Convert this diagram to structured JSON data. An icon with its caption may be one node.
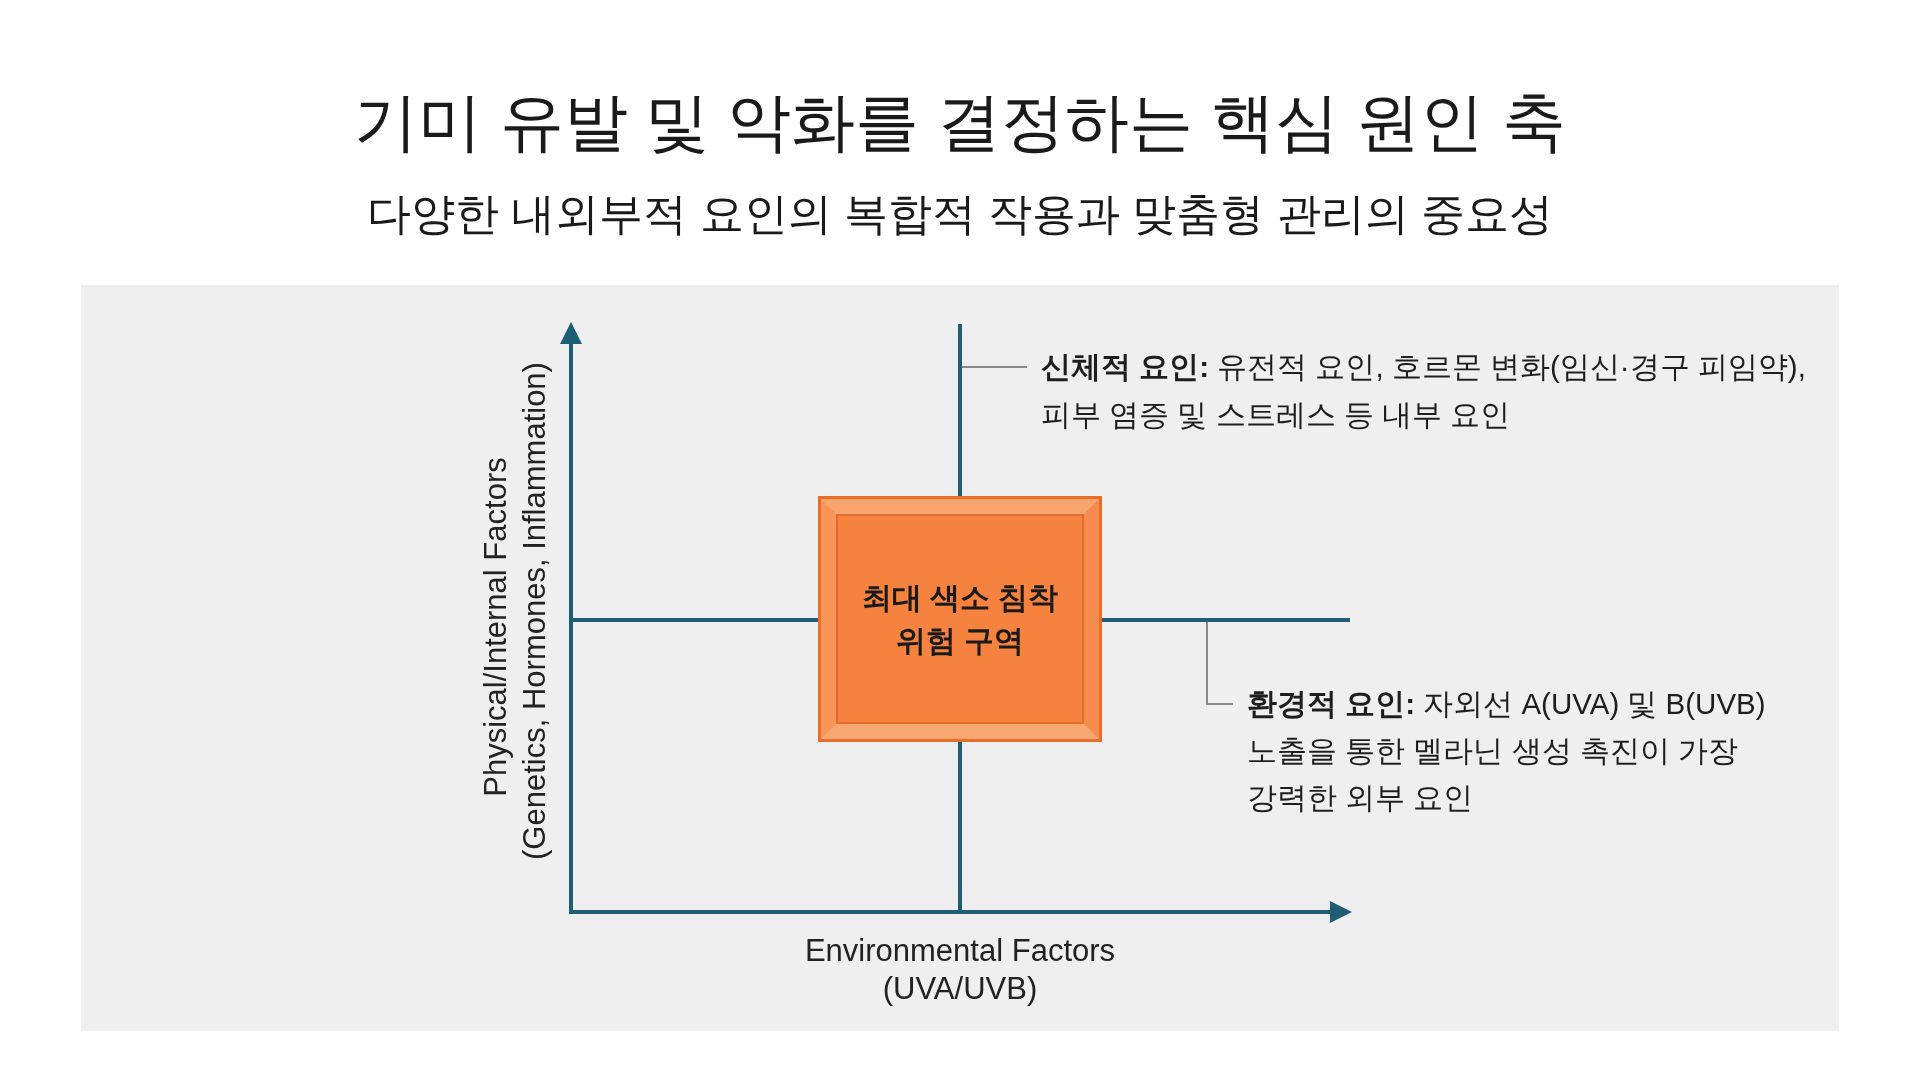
{
  "diagram": {
    "title": "기미 유발 및 악화를 결정하는 핵심 원인 축",
    "nodes": [
      {
        "text": [
          "**신체적 요인:** 유전적 요인, 호르몬 변화(임신·경구 피임약), 피부 염증 및 스트레스 등 내부 요인"
        ]
      },
      {
        "text": [
          "최대 색소 침착 위험 구역"
        ]
      },
      {
        "text": [
          "**환경적 요인:** 자외선 A(UVA) 및 B(UVB) 노출을 통한 멜라닌 생성 촉진이 가장 강력한 외부 요인"
        ]
      }
    ],
    "edges": [
      {
        "from": 0,
        "to": null,
        "arrow": "none"
      },
      {
        "from": 2,
        "to": null,
        "arrow": "none"
      }
    ],
    "labels": [
      "다양한 내외부적 요인의 복합적 작용과 맞춤형 관리의 중요성",
      "Physical/Internal Factors",
      "(Genetics, Hormones, Inflammation)",
      "Environmental Factors",
      "(UVA/UVB)"
    ]
  }
}
